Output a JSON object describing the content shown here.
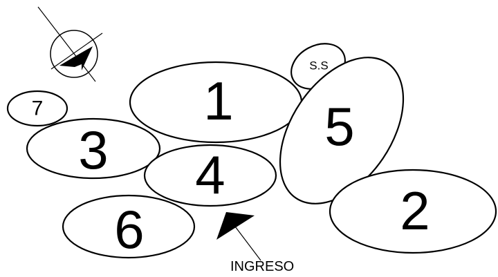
{
  "diagram": {
    "zones": {
      "z1": "1",
      "z2": "2",
      "z3": "3",
      "z4": "4",
      "z5": "5",
      "z6": "6",
      "z7": "7",
      "ss": "S.S"
    },
    "entrance_label": "INGRESO",
    "north_symbol_icon": "north-arrow-icon",
    "entrance_marker_icon": "entrance-arrow-icon",
    "colors": {
      "stroke": "#000000",
      "fill": "#ffffff"
    }
  }
}
